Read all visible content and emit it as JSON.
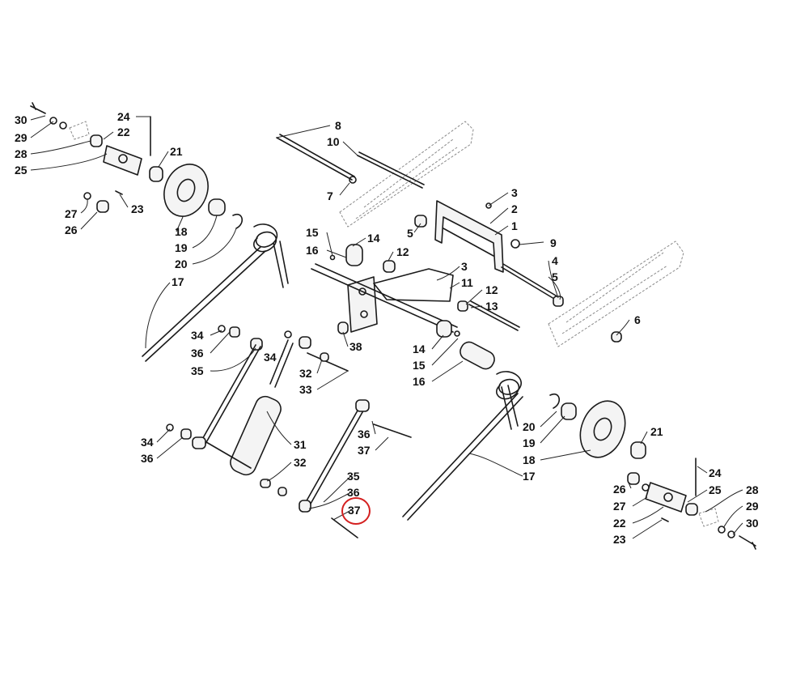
{
  "callouts": [
    {
      "id": "c30a",
      "text": "30"
    },
    {
      "id": "c29a",
      "text": "29"
    },
    {
      "id": "c28a",
      "text": "28"
    },
    {
      "id": "c25a",
      "text": "25"
    },
    {
      "id": "c24a",
      "text": "24"
    },
    {
      "id": "c22a",
      "text": "22"
    },
    {
      "id": "c21a",
      "text": "21"
    },
    {
      "id": "c23a",
      "text": "23"
    },
    {
      "id": "c27a",
      "text": "27"
    },
    {
      "id": "c26a",
      "text": "26"
    },
    {
      "id": "c18a",
      "text": "18"
    },
    {
      "id": "c19a",
      "text": "19"
    },
    {
      "id": "c20a",
      "text": "20"
    },
    {
      "id": "c17a",
      "text": "17"
    },
    {
      "id": "c8",
      "text": "8"
    },
    {
      "id": "c10",
      "text": "10"
    },
    {
      "id": "c7",
      "text": "7"
    },
    {
      "id": "c3a",
      "text": "3"
    },
    {
      "id": "c2",
      "text": "2"
    },
    {
      "id": "c1",
      "text": "1"
    },
    {
      "id": "c9",
      "text": "9"
    },
    {
      "id": "c5a",
      "text": "5"
    },
    {
      "id": "c4",
      "text": "4"
    },
    {
      "id": "c5b",
      "text": "5"
    },
    {
      "id": "c6",
      "text": "6"
    },
    {
      "id": "c15a",
      "text": "15"
    },
    {
      "id": "c14a",
      "text": "14"
    },
    {
      "id": "c16a",
      "text": "16"
    },
    {
      "id": "c12a",
      "text": "12"
    },
    {
      "id": "c3b",
      "text": "3"
    },
    {
      "id": "c11",
      "text": "11"
    },
    {
      "id": "c12b",
      "text": "12"
    },
    {
      "id": "c13",
      "text": "13"
    },
    {
      "id": "c38",
      "text": "38"
    },
    {
      "id": "c34a",
      "text": "34"
    },
    {
      "id": "c36a",
      "text": "36"
    },
    {
      "id": "c35a",
      "text": "35"
    },
    {
      "id": "c34b",
      "text": "34"
    },
    {
      "id": "c32a",
      "text": "32"
    },
    {
      "id": "c33",
      "text": "33"
    },
    {
      "id": "c14b",
      "text": "14"
    },
    {
      "id": "c15b",
      "text": "15"
    },
    {
      "id": "c16b",
      "text": "16"
    },
    {
      "id": "c31",
      "text": "31"
    },
    {
      "id": "c32b",
      "text": "32"
    },
    {
      "id": "c34c",
      "text": "34"
    },
    {
      "id": "c36b",
      "text": "36"
    },
    {
      "id": "c36c",
      "text": "36"
    },
    {
      "id": "c37a",
      "text": "37"
    },
    {
      "id": "c35b",
      "text": "35"
    },
    {
      "id": "c36d",
      "text": "36"
    },
    {
      "id": "c37b",
      "text": "37"
    },
    {
      "id": "c20b",
      "text": "20"
    },
    {
      "id": "c19b",
      "text": "19"
    },
    {
      "id": "c18b",
      "text": "18"
    },
    {
      "id": "c17b",
      "text": "17"
    },
    {
      "id": "c21b",
      "text": "21"
    },
    {
      "id": "c24b",
      "text": "24"
    },
    {
      "id": "c26b",
      "text": "26"
    },
    {
      "id": "c25b",
      "text": "25"
    },
    {
      "id": "c27b",
      "text": "27"
    },
    {
      "id": "c22b",
      "text": "22"
    },
    {
      "id": "c23b",
      "text": "23"
    },
    {
      "id": "c28b",
      "text": "28"
    },
    {
      "id": "c29b",
      "text": "29"
    },
    {
      "id": "c30b",
      "text": "30"
    }
  ],
  "highlight": {
    "target": "37",
    "color": "#d42020"
  }
}
